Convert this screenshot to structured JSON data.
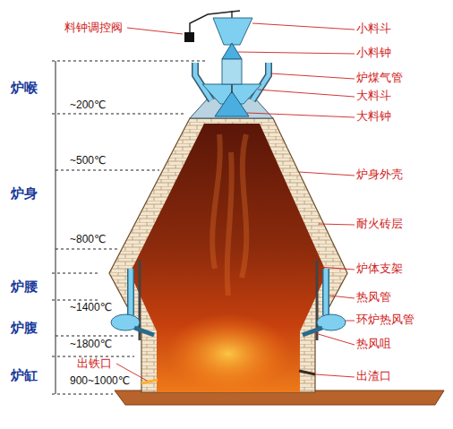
{
  "diagram": {
    "labels": [
      "料钟调控阀",
      "小料斗",
      "小料钟",
      "炉煤气管",
      "大料斗",
      "大料钟",
      "炉身外壳",
      "耐火砖层",
      "炉体支架",
      "热风管",
      "环炉热风管",
      "热风咀",
      "出渣口",
      "炉喉",
      "~200℃",
      "炉身",
      "~500℃",
      "~800℃",
      "炉腰",
      "炉腹",
      "~1400℃",
      "~1800℃",
      "炉缸",
      "出铁口",
      "900~1000℃"
    ]
  }
}
